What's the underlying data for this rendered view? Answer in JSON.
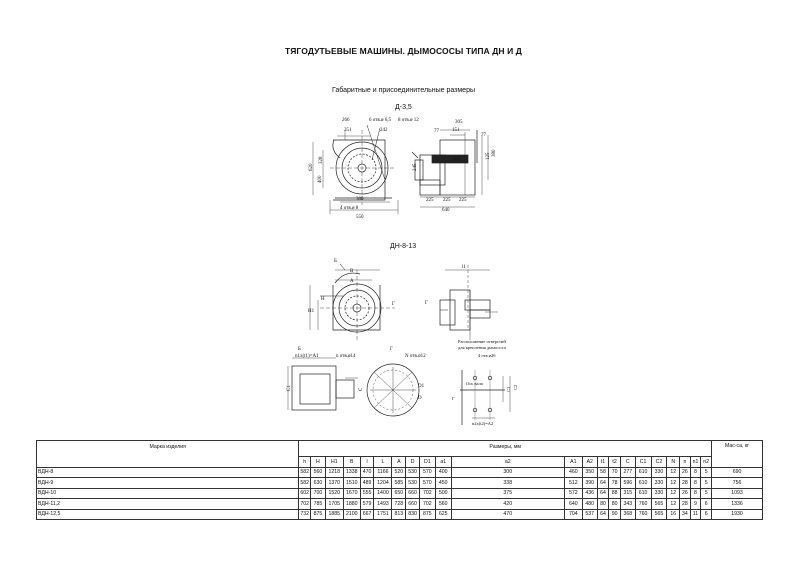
{
  "page": {
    "title": "ТЯГОДУТЬЕВЫЕ МАШИНЫ. ДЫМОСОСЫ ТИПА ДН И Д",
    "subtitle": "Габаритные и присоединительные размеры"
  },
  "drawing_d35": {
    "heading": "Д-3,5",
    "front_dims": [
      "266",
      "6 отв.ø 6,5",
      "8 отв.ø 12",
      "351",
      "242",
      "620",
      "328",
      "400",
      "380",
      "4 отв.ø 8",
      "550"
    ],
    "side_dims": [
      "77",
      "305",
      "151",
      "245",
      "245",
      "225",
      "225",
      "225",
      "640",
      "125",
      "380",
      "77"
    ]
  },
  "drawing_dn813": {
    "heading": "ДН-8-13",
    "main_labels": [
      "Б",
      "В",
      "А",
      "Н",
      "Н1",
      "Г",
      "Г",
      "l1"
    ],
    "view_b": {
      "label": "Б",
      "dims": [
        "n1x(t1)=A1",
        "n отв.ø14",
        "C1",
        "C"
      ]
    },
    "view_g": {
      "label": "Г",
      "dims": [
        "N отв.ø12",
        "D1",
        "D"
      ]
    },
    "view_v": {
      "label": "В",
      "dims": [
        "Расположение отверстий",
        "для крепления дымососа",
        "4 отв.ø26",
        "Ось вала",
        "C2",
        "C1",
        "n2x(t2)=A2"
      ]
    }
  },
  "table": {
    "header_name": "Марка изделия",
    "header_group": "Размеры, мм",
    "header_mass": "Мас-са, кг",
    "columns": [
      "h",
      "H",
      "H1",
      "B",
      "l",
      "L",
      "A",
      "D",
      "D1",
      "a1",
      "a2",
      "A1",
      "A2",
      "t1",
      "t2",
      "C",
      "C1",
      "C2",
      "N",
      "n",
      "n1",
      "n2"
    ],
    "rows": [
      {
        "name": "ВДН-8",
        "vals": [
          "582",
          "560",
          "1218",
          "1338",
          "470",
          "1166",
          "520",
          "530",
          "570",
          "400",
          "300",
          "460",
          "350",
          "58",
          "70",
          "277",
          "610",
          "330",
          "12",
          "26",
          "8",
          "5"
        ],
        "mass": "690"
      },
      {
        "name": "ВДН-9",
        "vals": [
          "582",
          "630",
          "1370",
          "1510",
          "489",
          "1204",
          "585",
          "530",
          "570",
          "450",
          "338",
          "512",
          "390",
          "64",
          "78",
          "596",
          "610",
          "330",
          "12",
          "28",
          "8",
          "5"
        ],
        "mass": "756"
      },
      {
        "name": "ВДН-10",
        "vals": [
          "602",
          "700",
          "1520",
          "1670",
          "555",
          "1400",
          "650",
          "660",
          "702",
          "500",
          "375",
          "572",
          "436",
          "64",
          "88",
          "315",
          "610",
          "330",
          "12",
          "26",
          "8",
          "5"
        ],
        "mass": "1093"
      },
      {
        "name": "ВДН-11,2",
        "vals": [
          "702",
          "785",
          "1705",
          "1880",
          "579",
          "1493",
          "728",
          "660",
          "702",
          "560",
          "420",
          "640",
          "480",
          "80",
          "80",
          "343",
          "760",
          "565",
          "12",
          "28",
          "9",
          "6"
        ],
        "mass": "1336"
      },
      {
        "name": "ВДН-12,5",
        "vals": [
          "732",
          "875",
          "1885",
          "2100",
          "667",
          "1751",
          "813",
          "830",
          "875",
          "625",
          "470",
          "704",
          "537",
          "64",
          "90",
          "368",
          "760",
          "565",
          "16",
          "34",
          "11",
          "6"
        ],
        "mass": "1930"
      }
    ]
  }
}
